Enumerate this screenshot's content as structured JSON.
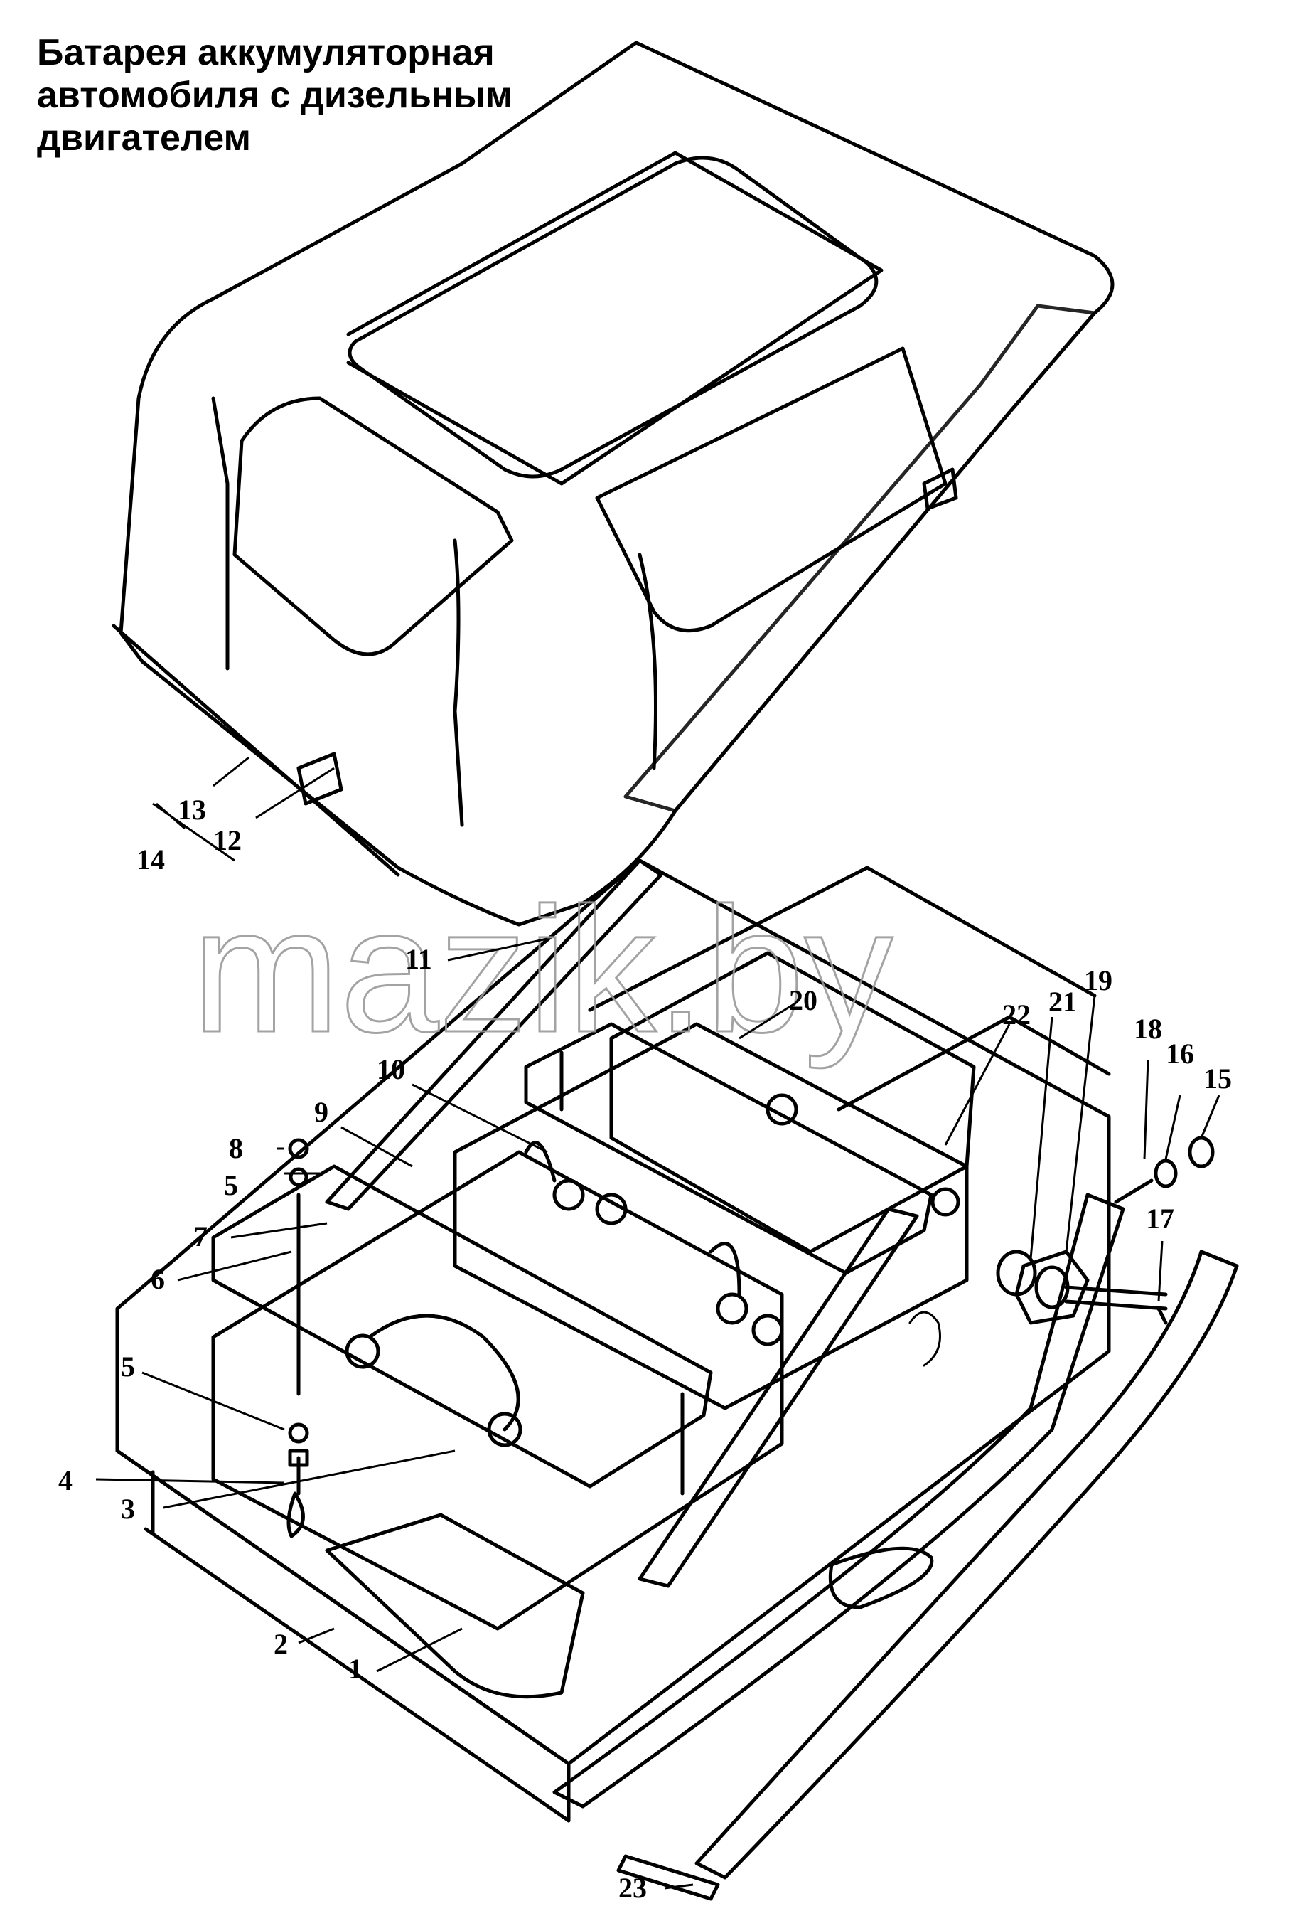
{
  "title_lines": [
    "Батарея аккумуляторная",
    "автомобиля с дизельным",
    "двигателем"
  ],
  "watermark": "mazik.by",
  "labels": [
    "1",
    "2",
    "3",
    "4",
    "5",
    "5",
    "6",
    "7",
    "8",
    "9",
    "10",
    "11",
    "12",
    "13",
    "14",
    "15",
    "16",
    "17",
    "18",
    "19",
    "20",
    "21",
    "22",
    "23"
  ]
}
